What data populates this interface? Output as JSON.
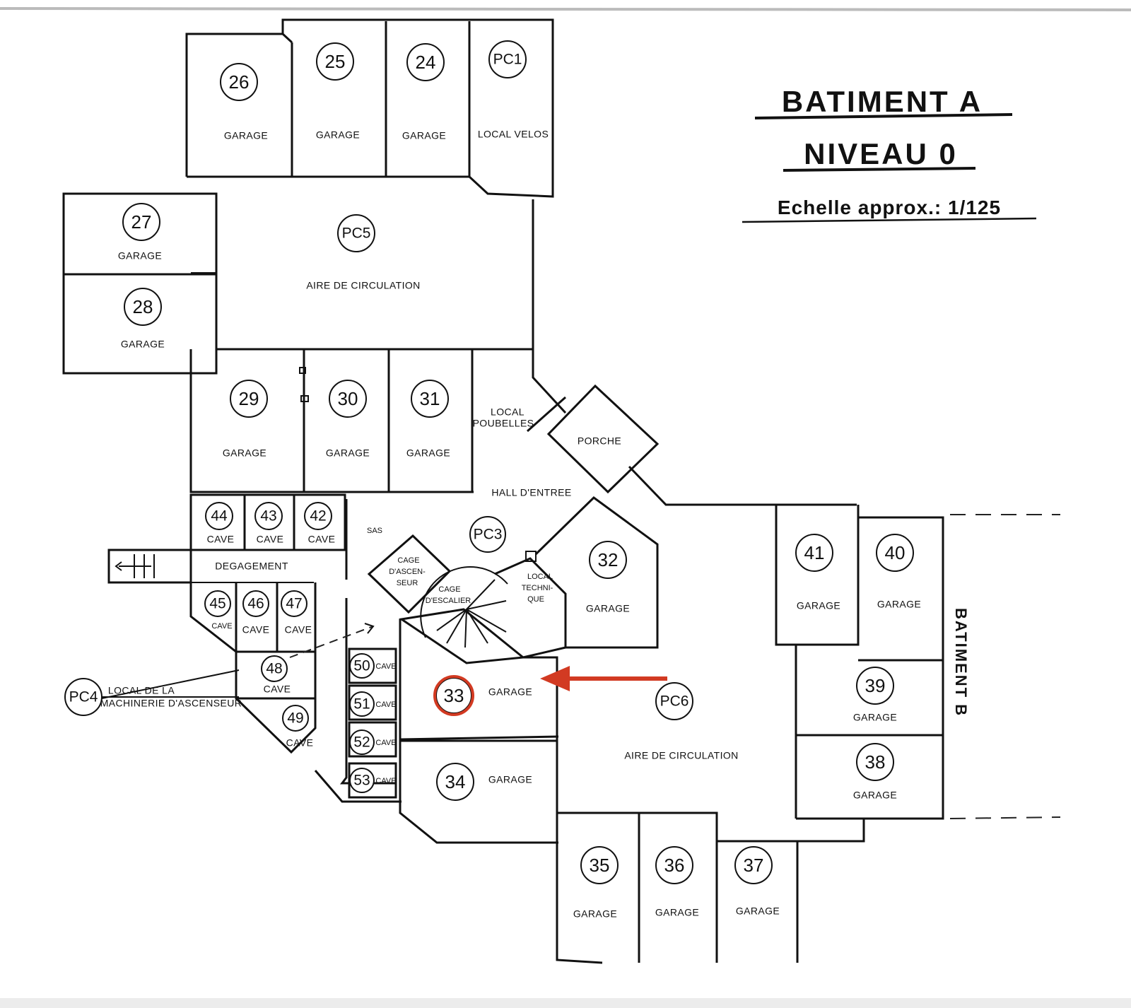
{
  "title": {
    "line1": "BATIMENT A",
    "line2": "NIVEAU 0",
    "scale": "Echelle approx.: 1/125"
  },
  "side_label": "BATIMENT B",
  "highlight": {
    "unit": "33",
    "color": "#d23a22"
  },
  "units": {
    "u26": {
      "num": "26",
      "label": "GARAGE"
    },
    "u25": {
      "num": "25",
      "label": "GARAGE"
    },
    "u24": {
      "num": "24",
      "label": "GARAGE"
    },
    "pc1": {
      "num": "PC1",
      "label": "LOCAL VELOS"
    },
    "u27": {
      "num": "27",
      "label": "GARAGE"
    },
    "u28": {
      "num": "28",
      "label": "GARAGE"
    },
    "pc5": {
      "num": "PC5",
      "label": "AIRE DE CIRCULATION"
    },
    "u29": {
      "num": "29",
      "label": "GARAGE"
    },
    "u30": {
      "num": "30",
      "label": "GARAGE"
    },
    "u31": {
      "num": "31",
      "label": "GARAGE"
    },
    "poubelles": {
      "label1": "LOCAL",
      "label2": "POUBELLES"
    },
    "porche": {
      "label": "PORCHE"
    },
    "hall": {
      "label": "HALL D'ENTREE"
    },
    "u44": {
      "num": "44",
      "label": "CAVE"
    },
    "u43": {
      "num": "43",
      "label": "CAVE"
    },
    "u42": {
      "num": "42",
      "label": "CAVE"
    },
    "sas": {
      "label": "SAS"
    },
    "pc3": {
      "num": "PC3"
    },
    "u32": {
      "num": "32",
      "label": "GARAGE"
    },
    "degagement": {
      "label": "DEGAGEMENT"
    },
    "ascenseur": {
      "label1": "CAGE",
      "label2": "D'ASCEN-",
      "label3": "SEUR"
    },
    "escalier": {
      "label1": "CAGE",
      "label2": "D'ESCALIER"
    },
    "technique": {
      "label1": "LOCAL",
      "label2": "TECHNI-",
      "label3": "QUE"
    },
    "u45": {
      "num": "45",
      "label": "CAVE"
    },
    "u46": {
      "num": "46",
      "label": "CAVE"
    },
    "u47": {
      "num": "47",
      "label": "CAVE"
    },
    "u48": {
      "num": "48",
      "label": "CAVE"
    },
    "u49": {
      "num": "49",
      "label": "CAVE"
    },
    "pc4": {
      "num": "PC4",
      "label1": "LOCAL DE LA",
      "label2": "MACHINERIE D'ASCENSEUR"
    },
    "u50": {
      "num": "50",
      "label": "CAVE"
    },
    "u51": {
      "num": "51",
      "label": "CAVE"
    },
    "u52": {
      "num": "52",
      "label": "CAVE"
    },
    "u53": {
      "num": "53",
      "label": "CAVE"
    },
    "u33": {
      "num": "33",
      "label": "GARAGE"
    },
    "u34": {
      "num": "34",
      "label": "GARAGE"
    },
    "pc6": {
      "num": "PC6",
      "label": "AIRE DE CIRCULATION"
    },
    "u41": {
      "num": "41",
      "label": "GARAGE"
    },
    "u40": {
      "num": "40",
      "label": "GARAGE"
    },
    "u39": {
      "num": "39",
      "label": "GARAGE"
    },
    "u38": {
      "num": "38",
      "label": "GARAGE"
    },
    "u35": {
      "num": "35",
      "label": "GARAGE"
    },
    "u36": {
      "num": "36",
      "label": "GARAGE"
    },
    "u37": {
      "num": "37",
      "label": "GARAGE"
    }
  }
}
